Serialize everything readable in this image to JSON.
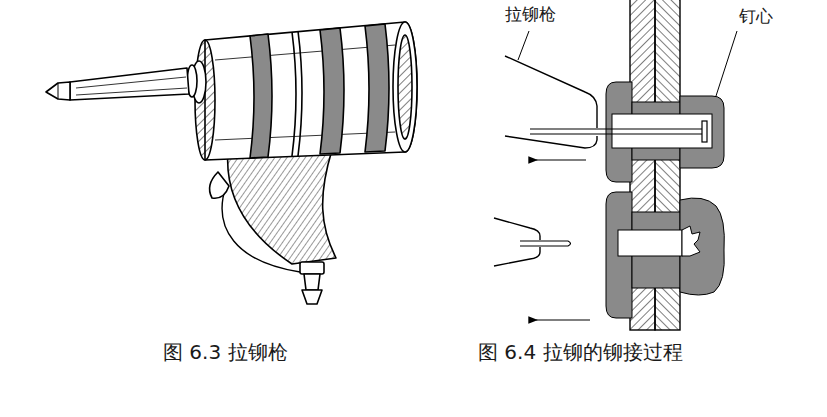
{
  "diagram": {
    "labels": [
      "拉铆枪",
      "钉心",
      "图 6.3 拉铆枪",
      "图 6.4 拉铆的铆接过程"
    ]
  }
}
